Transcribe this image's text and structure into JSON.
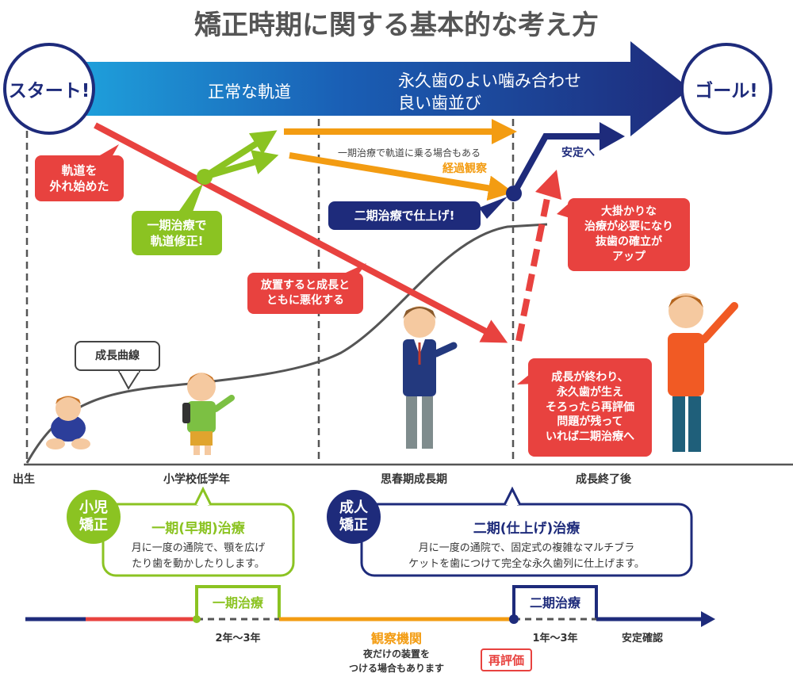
{
  "title": "矯正時期に関する基本的な考え方",
  "start_label": "スタート!",
  "goal_label": "ゴール!",
  "banner": {
    "normal_path": "正常な軌道",
    "goal_line1": "永久歯のよい噛み合わせ",
    "goal_line2": "良い歯並び"
  },
  "notes": {
    "off_track": "軌道を\n外れ始めた",
    "phase1_fix": "一期治療で\n軌道修正!",
    "sometimes_on_track": "一期治療で軌道に乗る場合もある",
    "observation": "経過観察",
    "phase2_finish": "二期治療で仕上げ!",
    "stable": "安定へ",
    "major_treatment": "大掛かりな\n治療が必要になり\n抜歯の確立が\nアップ",
    "worsens": "放置すると成長と\nともに悪化する",
    "growth_curve": "成長曲線",
    "reevaluate": "成長が終わり、\n永久歯が生え\nそろったら再評価\n問題が残って\nいれば二期治療へ"
  },
  "stages": {
    "birth": "出生",
    "elementary": "小学校低学年",
    "puberty": "思春期成長期",
    "after_growth": "成長終了後"
  },
  "phase1": {
    "badge": "小児\n矯正",
    "title": "一期(早期)治療",
    "desc_line1": "月に一度の通院で、顎を広げ",
    "desc_line2": "たり歯を動かしたりします。"
  },
  "phase2": {
    "badge": "成人\n矯正",
    "title": "二期(仕上げ)治療",
    "desc_line1": "月に一度の通院で、固定式の複雑なマルチブラ",
    "desc_line2": "ケットを歯につけて完全な永久歯列に仕上げます。"
  },
  "timeline": {
    "phase1_label": "一期治療",
    "phase1_duration": "2年〜3年",
    "observation_label": "観察機関",
    "observation_note_line1": "夜だけの装置を",
    "observation_note_line2": "つける場合もあります",
    "reevaluation": "再評価",
    "phase2_label": "二期治療",
    "phase2_duration": "1年〜3年",
    "stability_check": "安定確認"
  },
  "colors": {
    "navy": "#1e2b7b",
    "red": "#e8423f",
    "green": "#8bc322",
    "orange": "#f39c12",
    "banner_blue": "#1f9ad6"
  }
}
